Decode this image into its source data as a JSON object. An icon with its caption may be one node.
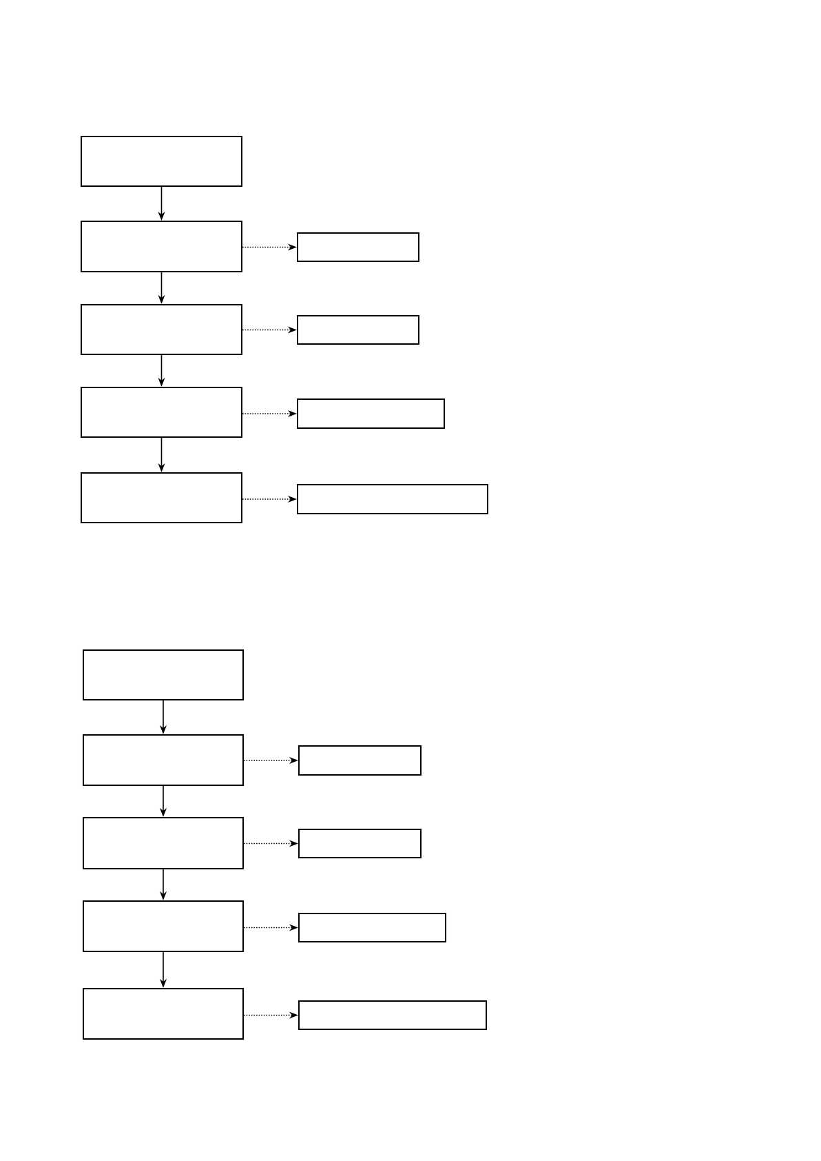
{
  "diagram": {
    "nodes": [
      {
        "text": [],
        "shape": "box"
      },
      {
        "text": [],
        "shape": "box"
      },
      {
        "text": [],
        "shape": "box"
      },
      {
        "text": [],
        "shape": "box"
      },
      {
        "text": [],
        "shape": "box"
      },
      {
        "text": [],
        "shape": "box"
      },
      {
        "text": [],
        "shape": "box"
      },
      {
        "text": [],
        "shape": "box"
      },
      {
        "text": [],
        "shape": "box"
      },
      {
        "text": [],
        "shape": "box"
      },
      {
        "text": [],
        "shape": "box"
      },
      {
        "text": [],
        "shape": "box"
      },
      {
        "text": [],
        "shape": "box"
      },
      {
        "text": [],
        "shape": "box"
      },
      {
        "text": [],
        "shape": "box"
      },
      {
        "text": [],
        "shape": "box"
      },
      {
        "text": [],
        "shape": "box"
      },
      {
        "text": [],
        "shape": "box"
      }
    ],
    "edges": [
      {
        "from": 0,
        "to": 1,
        "arrow": "to"
      },
      {
        "from": 1,
        "to": 2,
        "arrow": "to",
        "style": "dashed"
      },
      {
        "from": 1,
        "to": 3,
        "arrow": "to"
      },
      {
        "from": 3,
        "to": 4,
        "arrow": "to",
        "style": "dashed"
      },
      {
        "from": 3,
        "to": 5,
        "arrow": "to"
      },
      {
        "from": 5,
        "to": 6,
        "arrow": "to",
        "style": "dashed"
      },
      {
        "from": 5,
        "to": 7,
        "arrow": "to"
      },
      {
        "from": 7,
        "to": 8,
        "arrow": "to",
        "style": "dashed"
      },
      {
        "from": 9,
        "to": 10,
        "arrow": "to"
      },
      {
        "from": 10,
        "to": 11,
        "arrow": "to",
        "style": "dashed"
      },
      {
        "from": 10,
        "to": 12,
        "arrow": "to"
      },
      {
        "from": 12,
        "to": 13,
        "arrow": "to",
        "style": "dashed"
      },
      {
        "from": 12,
        "to": 14,
        "arrow": "to"
      },
      {
        "from": 14,
        "to": 15,
        "arrow": "to",
        "style": "dashed"
      },
      {
        "from": 14,
        "to": 16,
        "arrow": "to"
      },
      {
        "from": 16,
        "to": 17,
        "arrow": "to",
        "style": "dashed"
      }
    ]
  }
}
